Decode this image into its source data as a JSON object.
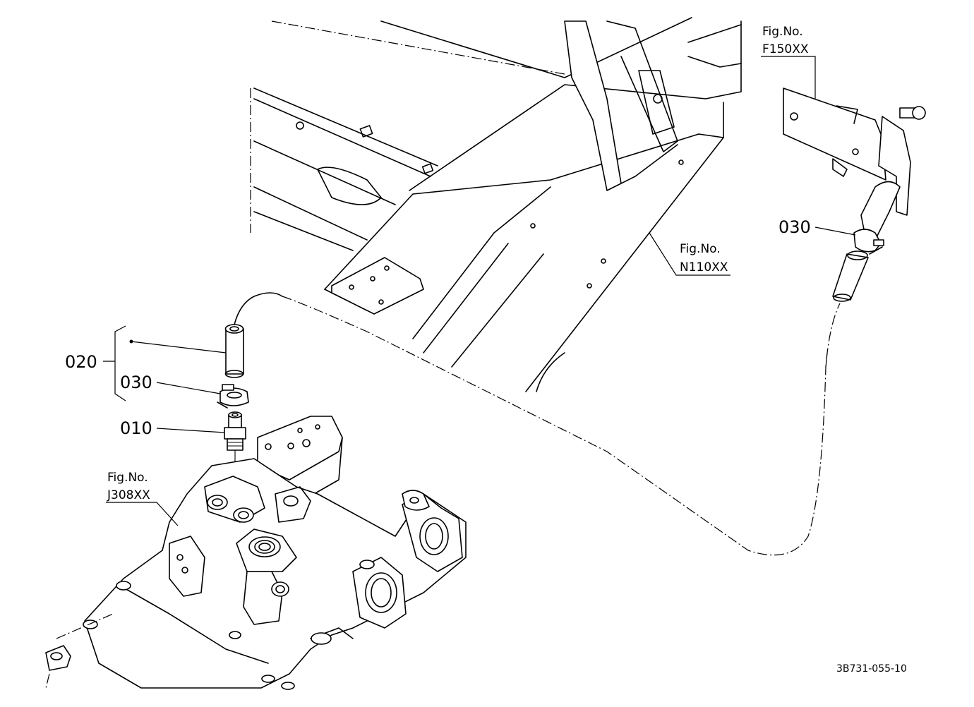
{
  "parts": [
    {
      "id": "p010",
      "number": "010"
    },
    {
      "id": "p020",
      "number": "020"
    },
    {
      "id": "p030a",
      "number": "030"
    },
    {
      "id": "p030b",
      "number": "030"
    }
  ],
  "figure_refs": [
    {
      "id": "fig-f150",
      "label": "Fig.No.",
      "code": "F150XX"
    },
    {
      "id": "fig-n110",
      "label": "Fig.No.",
      "code": "N110XX"
    },
    {
      "id": "fig-j308",
      "label": "Fig.No.",
      "code": "J308XX"
    }
  ],
  "drawing_code": "3B731-055-10"
}
